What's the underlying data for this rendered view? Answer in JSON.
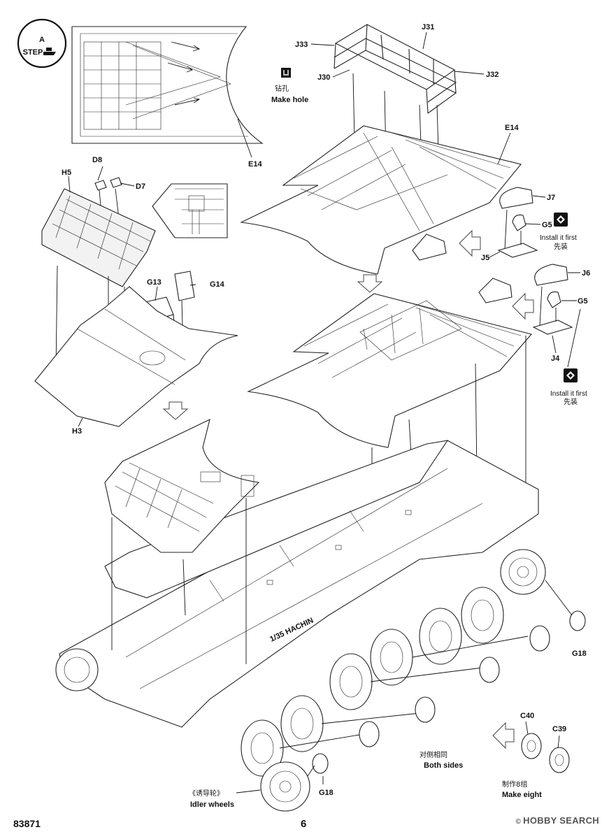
{
  "step": {
    "letter": "A",
    "label": "STEP"
  },
  "labels": {
    "e14_top": "E14",
    "e14_right": "E14",
    "drill_cn": "钻孔",
    "drill_en": "Make hole",
    "h5": "H5",
    "d8": "D8",
    "d7": "D7",
    "g13": "G13",
    "g14": "G14",
    "h3": "H3",
    "j31": "J31",
    "j33": "J33",
    "j30": "J30",
    "j32": "J32",
    "j7": "J7",
    "g5a": "G5",
    "install_a_en": "Install it first",
    "install_a_cn": "先装",
    "j5": "J5",
    "j6": "J6",
    "g5b": "G5",
    "j4": "J4",
    "install_b_en": "Install it first",
    "install_b_cn": "先装",
    "g18_right": "G18",
    "g18_left": "G18",
    "c40": "C40",
    "c39": "C39",
    "both_cn": "对侧相同",
    "both_en": "Both sides",
    "eight_cn": "制作8组",
    "eight_en": "Make eight",
    "idler_cn": "《诱导轮》",
    "idler_en": "Idler wheels",
    "hull_text": "1/35 HACHIN"
  },
  "footer": {
    "kit_no": "83871",
    "page_no": "6",
    "watermark_sym": "©",
    "watermark": "HOBBY SEARCH"
  }
}
